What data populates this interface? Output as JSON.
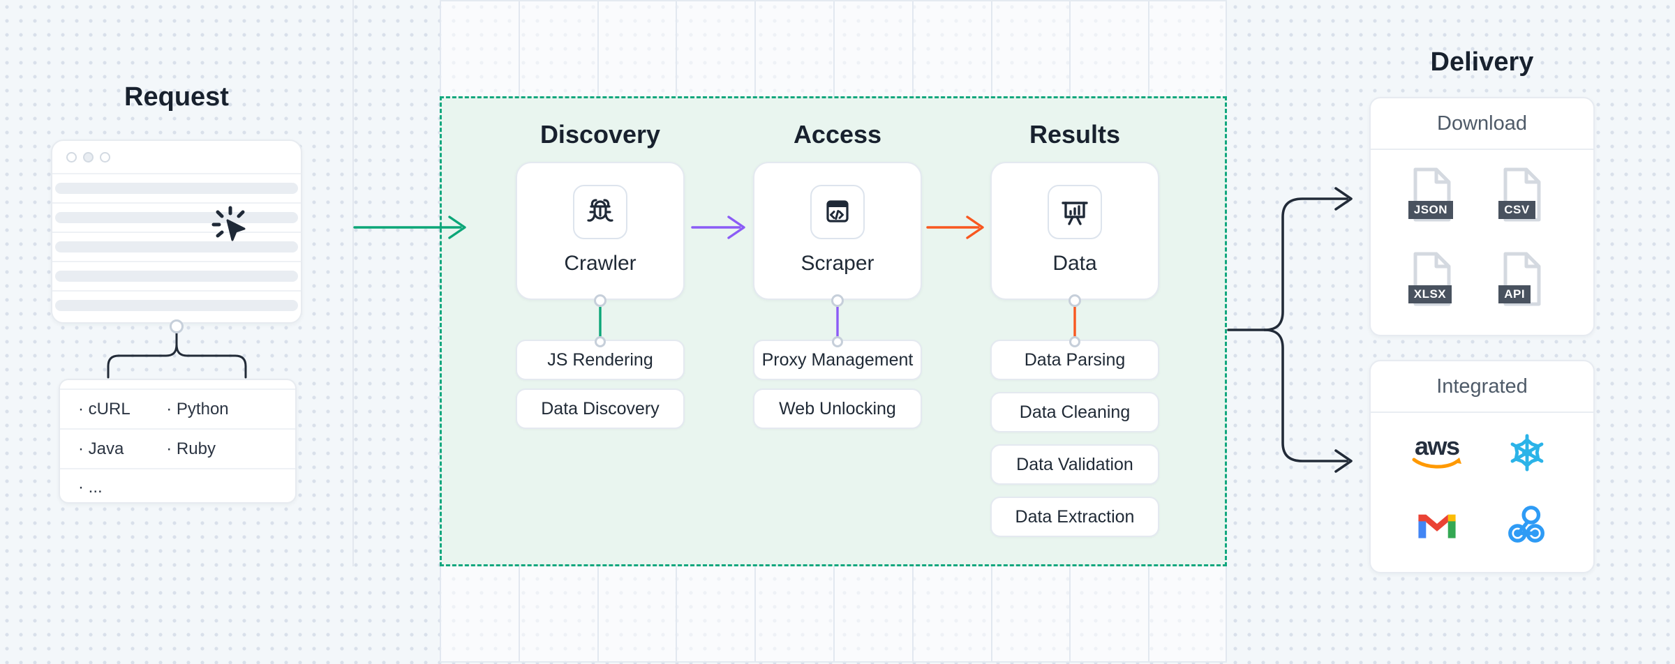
{
  "palette": {
    "flow_green": "#0ca678",
    "flow_purple": "#8b5cf6",
    "flow_orange": "#f8571f",
    "line_dark": "#222b38",
    "box_border": "#12a77e",
    "badge_slate": "#49525f",
    "aws_orange": "#ff9900",
    "aws_dark": "#252f3e",
    "snowflake_blue": "#2bb3e8",
    "webhook_blue": "#2e9bf5",
    "gmail_red": "#ea4335",
    "gmail_blue": "#4285f4",
    "gmail_green": "#34a853",
    "gmail_yellow": "#fbbc04"
  },
  "request": {
    "title": "Request",
    "languages": [
      "· cURL",
      "· Python",
      "· Java",
      "· Ruby",
      "· ..."
    ]
  },
  "pipeline": {
    "stages": [
      {
        "title": "Discovery",
        "node": "Crawler",
        "pills": [
          "JS Rendering",
          "Data Discovery"
        ]
      },
      {
        "title": "Access",
        "node": "Scraper",
        "pills": [
          "Proxy Management",
          "Web Unlocking"
        ]
      },
      {
        "title": "Results",
        "node": "Data",
        "pills": [
          "Data Parsing",
          "Data Cleaning",
          "Data Validation",
          "Data Extraction"
        ]
      }
    ]
  },
  "delivery": {
    "title": "Delivery",
    "download": {
      "title": "Download",
      "formats": [
        "JSON",
        "CSV",
        "XLSX",
        "API"
      ]
    },
    "integrated": {
      "title": "Integrated",
      "aws_label": "aws",
      "logos": [
        "aws-logo",
        "snowflake-logo",
        "gmail-logo",
        "webhook-logo"
      ]
    }
  }
}
